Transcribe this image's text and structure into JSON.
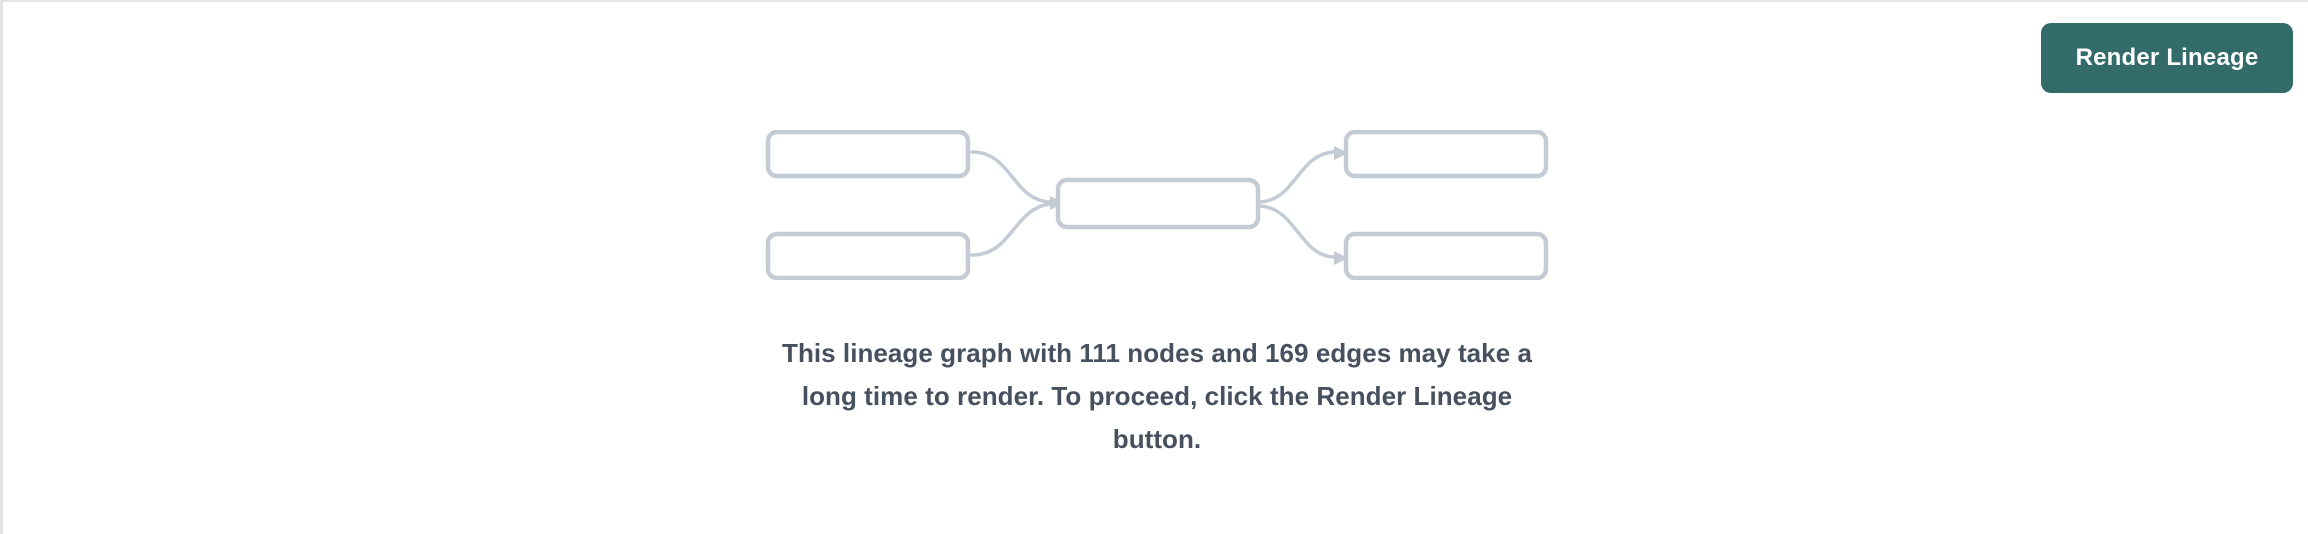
{
  "toolbar": {
    "render_button_label": "Render Lineage"
  },
  "empty_state": {
    "message": "This lineage graph with 111 nodes and 169 edges may take a long time to render. To proceed, click the Render Lineage button.",
    "node_count": 111,
    "edge_count": 169,
    "illustration": {
      "nodes": [
        {
          "name": "upstream-node-1"
        },
        {
          "name": "upstream-node-2"
        },
        {
          "name": "center-node"
        },
        {
          "name": "downstream-node-1"
        },
        {
          "name": "downstream-node-2"
        }
      ],
      "edges": [
        {
          "from": "upstream-node-1",
          "to": "center-node"
        },
        {
          "from": "upstream-node-2",
          "to": "center-node"
        },
        {
          "from": "center-node",
          "to": "downstream-node-1"
        },
        {
          "from": "center-node",
          "to": "downstream-node-2"
        }
      ]
    }
  },
  "colors": {
    "accent": "#336b6b",
    "message_text": "#47505f",
    "node_stroke": "#c5cbd4",
    "edge_stroke": "#c5cbd4",
    "panel_border": "#e3e5e8"
  }
}
